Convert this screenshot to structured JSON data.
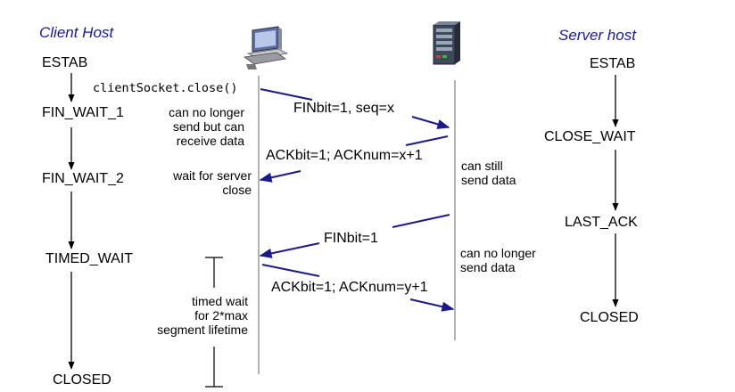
{
  "hosts": {
    "client": "Client Host",
    "server": "Server host"
  },
  "client_states": [
    "ESTAB",
    "FIN_WAIT_1",
    "FIN_WAIT_2",
    "TIMED_WAIT",
    "CLOSED"
  ],
  "server_states": [
    "ESTAB",
    "CLOSE_WAIT",
    "LAST_ACK",
    "CLOSED"
  ],
  "call": "clientSocket.close()",
  "messages": {
    "fin_client": "FINbit=1, seq=x",
    "ack_server": "ACKbit=1; ACKnum=x+1",
    "fin_server": "FINbit=1",
    "ack_client": "ACKbit=1; ACKnum=y+1"
  },
  "notes": {
    "cannot_send": [
      "can no longer",
      "send but can",
      "receive data"
    ],
    "wait_server": [
      "wait for server",
      "close"
    ],
    "can_still": [
      "can still",
      "send data"
    ],
    "server_no_longer": [
      "can no longer",
      "send data"
    ],
    "timed_wait": [
      "timed wait",
      "for 2*max",
      "segment lifetime"
    ]
  },
  "icons": {
    "client": "desktop-computer-icon",
    "server": "server-tower-icon"
  },
  "colors": {
    "arrow": "#1a1a8c",
    "host_label": "#1a1a9a",
    "timeline": "#9a9a9a"
  }
}
